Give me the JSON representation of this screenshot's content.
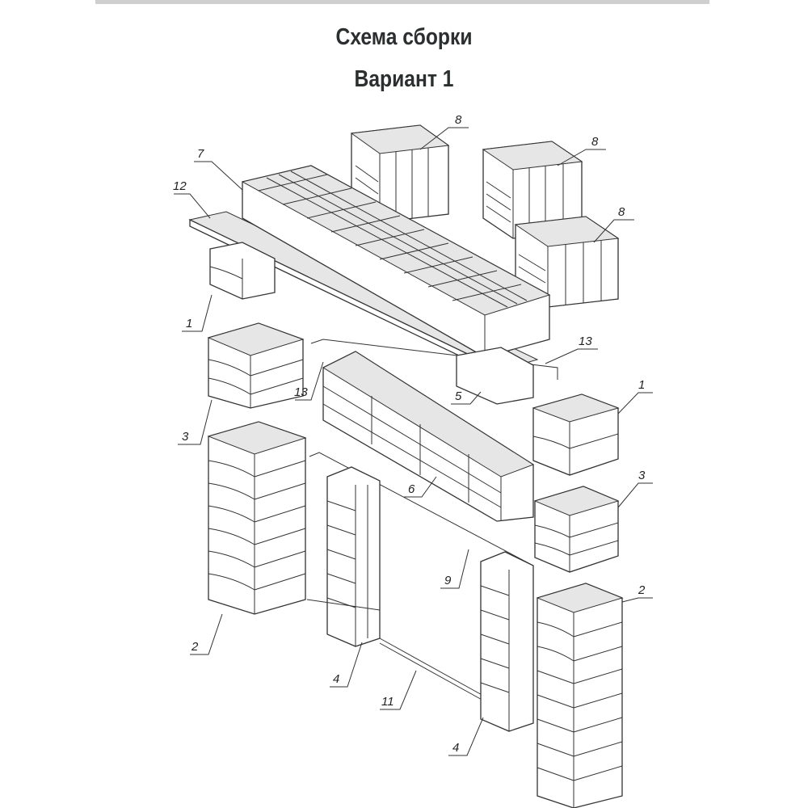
{
  "title": "Схема сборки",
  "subtitle": "Вариант 1",
  "labels": {
    "p8a": "8",
    "p8b": "8",
    "p8c": "8",
    "p7": "7",
    "p12": "12",
    "p1a": "1",
    "p1b": "1",
    "p13a": "13",
    "p13b": "13",
    "p3a": "3",
    "p3b": "3",
    "p5": "5",
    "p6": "6",
    "p2a": "2",
    "p2b": "2",
    "p9": "9",
    "p4a": "4",
    "p4b": "4",
    "p11": "11"
  }
}
